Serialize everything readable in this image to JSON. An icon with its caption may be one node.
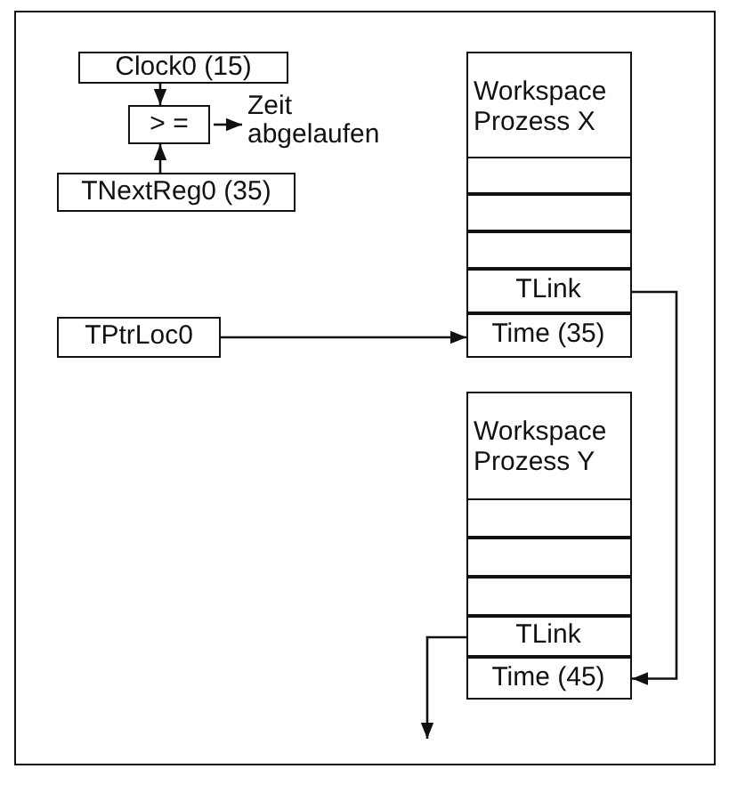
{
  "diagram": {
    "nodes": [
      {
        "text": [
          "Clock0 (15)"
        ]
      },
      {
        "text": [
          "> ="
        ]
      },
      {
        "text": [
          "Zeit abgelaufen"
        ]
      },
      {
        "text": [
          "TNextReg0 (35)"
        ]
      },
      {
        "text": [
          "TPtrLoc0"
        ]
      },
      {
        "text": [
          "Workspace Prozess X"
        ]
      },
      {
        "text": [],
        "shape": "box",
        "in": 5
      },
      {
        "text": [],
        "shape": "box",
        "in": 5
      },
      {
        "text": [],
        "shape": "box",
        "in": 5
      },
      {
        "text": [
          "TLink"
        ],
        "in": 5
      },
      {
        "text": [
          "Time (35)"
        ],
        "in": 5
      },
      {
        "text": [
          "Workspace Prozess Y"
        ]
      },
      {
        "text": [],
        "shape": "box",
        "in": 11
      },
      {
        "text": [],
        "shape": "box",
        "in": 11
      },
      {
        "text": [],
        "shape": "box",
        "in": 11
      },
      {
        "text": [
          "TLink"
        ],
        "in": 11
      },
      {
        "text": [
          "Time (45)"
        ],
        "in": 11
      }
    ],
    "edges": [
      {
        "from": 0,
        "to": 1,
        "arrow": "to"
      },
      {
        "from": 3,
        "to": 1,
        "arrow": "to"
      },
      {
        "from": 1,
        "to": 2,
        "arrow": "to"
      },
      {
        "from": 4,
        "to": 10,
        "arrow": "to"
      },
      {
        "from": 9,
        "to": 16,
        "arrow": "to"
      },
      {
        "from": 15,
        "to": null,
        "arrow": "to"
      }
    ]
  }
}
